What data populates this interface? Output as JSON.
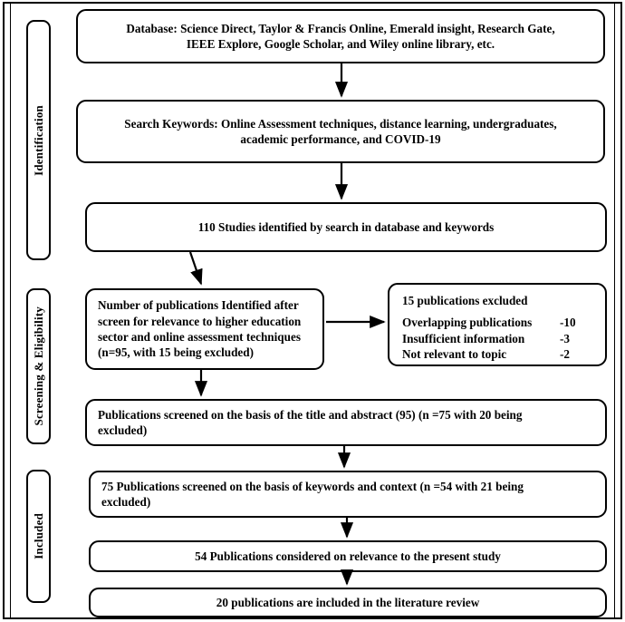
{
  "figure": {
    "type": "prisma-flow-diagram",
    "colors": {
      "line": "#000000",
      "background": "#ffffff",
      "text": "#000000"
    }
  },
  "stages": [
    {
      "id": "identification",
      "label": "Identification"
    },
    {
      "id": "screening",
      "label": "Screening & Eligibility"
    },
    {
      "id": "included",
      "label": "Included"
    }
  ],
  "nodes": [
    {
      "id": "database",
      "text": "Database: Science Direct, Taylor & Francis Online, Emerald insight, Research Gate,\nIEEE Explore, Google Scholar, and Wiley online library, etc."
    },
    {
      "id": "keywords",
      "text": "Search Keywords: Online Assessment techniques, distance learning, undergraduates,\nacademic performance, and COVID-19"
    },
    {
      "id": "studies-identified",
      "text": "110 Studies identified by search in database and keywords"
    },
    {
      "id": "relevance-screen",
      "text": "Number of publications Identified after\nscreen for relevance to higher education\nsector and online assessment techniques\n(n=95, with 15 being excluded)"
    },
    {
      "id": "excluded",
      "heading": "15   publications excluded",
      "reasons": [
        {
          "label": "Overlapping publications",
          "count": "-10"
        },
        {
          "label": "Insufficient information",
          "count": "-3"
        },
        {
          "label": "Not relevant to topic",
          "count": "-2"
        }
      ]
    },
    {
      "id": "title-abstract-screen",
      "text": "Publications screened on the basis of the title and abstract (95) (n =75 with 20 being\nexcluded)"
    },
    {
      "id": "keyword-context-screen",
      "text": "75 Publications screened on the basis of keywords and context (n =54 with 21 being\nexcluded)"
    },
    {
      "id": "considered-relevance",
      "text": "54 Publications considered on relevance to the present study"
    },
    {
      "id": "included-review",
      "text": "20 publications are included in the literature review"
    }
  ],
  "connectors": [
    {
      "id": "database-to-keywords",
      "kind": "arrow-down"
    },
    {
      "id": "keywords-to-studies",
      "kind": "arrow-down"
    },
    {
      "id": "studies-to-relevance",
      "kind": "arrow-down-angled"
    },
    {
      "id": "relevance-to-excluded",
      "kind": "arrow-right"
    },
    {
      "id": "relevance-to-title-abstract",
      "kind": "arrow-down"
    },
    {
      "id": "title-abstract-to-keyword-context",
      "kind": "arrow-down"
    },
    {
      "id": "keyword-context-to-considered",
      "kind": "arrow-down"
    },
    {
      "id": "considered-to-included",
      "kind": "arrow-down"
    }
  ]
}
